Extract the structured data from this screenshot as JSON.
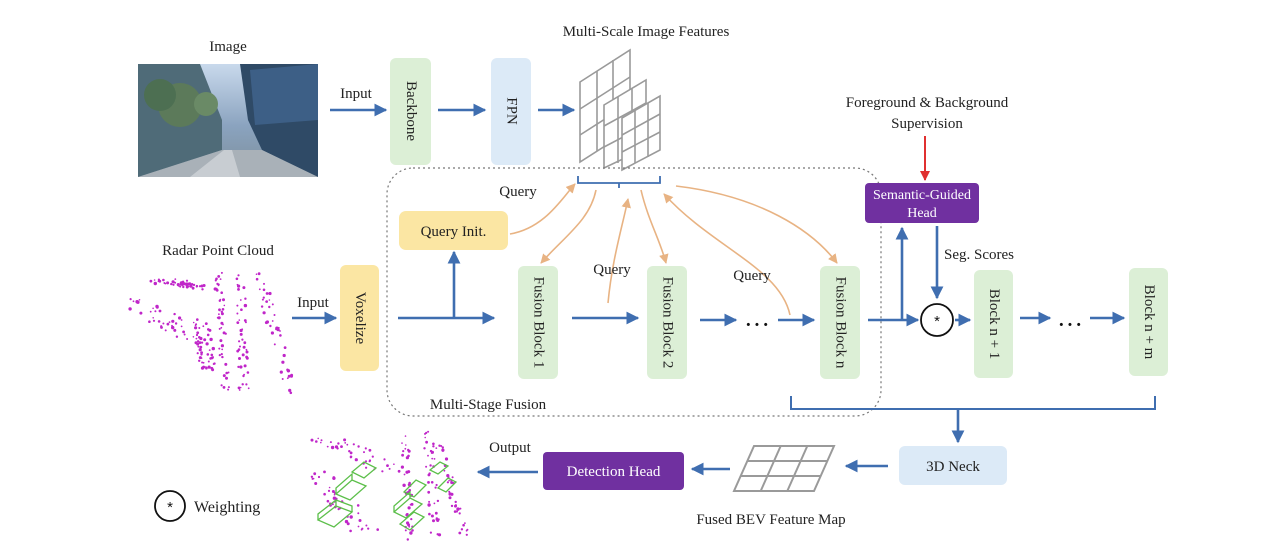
{
  "colors": {
    "green_box": "#dcefd6",
    "blue_box": "#dceaf7",
    "yellow_box": "#fbe6a3",
    "purple_box": "#7030a0",
    "arrow_blue": "#3f6eb0",
    "query_orange": "#e8b383",
    "supervision_red": "#e03030",
    "radar_points": "#c026c9",
    "bbox_green": "#5cbf4a"
  },
  "labels": {
    "image": "Image",
    "input_top": "Input",
    "multi_scale": "Multi-Scale Image Features",
    "fg_bg_line1": "Foreground & Background",
    "fg_bg_line2": "Supervision",
    "query1": "Query",
    "query2": "Query",
    "query3": "Query",
    "radar": "Radar Point Cloud",
    "input_bottom": "Input",
    "seg_scores": "Seg. Scores",
    "multi_stage": "Multi-Stage Fusion",
    "output": "Output",
    "weighting": "Weighting",
    "fused_bev": "Fused BEV Feature Map",
    "ellipsis": "···",
    "star": "*"
  },
  "blocks": {
    "backbone": "Backbone",
    "fpn": "FPN",
    "query_init": "Query Init.",
    "voxelize": "Voxelize",
    "fusion1": "Fusion Block 1",
    "fusion2": "Fusion Block 2",
    "fusion_n": "Fusion Block n",
    "semantic_line1": "Semantic-Guided",
    "semantic_line2": "Head",
    "block_n1": "Block n + 1",
    "block_nm": "Block n + m",
    "neck": "3D Neck",
    "detection_head": "Detection Head"
  }
}
